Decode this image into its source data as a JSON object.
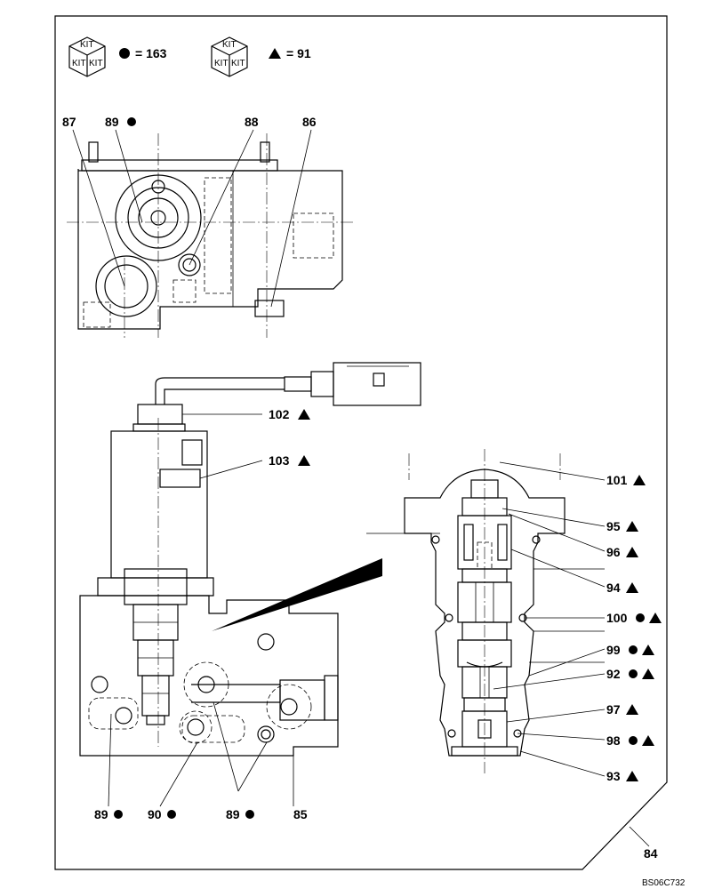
{
  "kits": [
    {
      "box_text": "KIT",
      "symbol": "circle",
      "count": "= 163"
    },
    {
      "box_text": "KIT",
      "symbol": "triangle",
      "count": "= 91"
    }
  ],
  "top_labels": [
    "87",
    "89",
    "88",
    "86"
  ],
  "right_labels": [
    "102",
    "103",
    "101",
    "95",
    "96",
    "94",
    "100",
    "99",
    "92",
    "97",
    "98",
    "93"
  ],
  "bottom_labels": [
    "89",
    "90",
    "89",
    "85"
  ],
  "page_ref": "84",
  "drawing_code": "BS06C732"
}
